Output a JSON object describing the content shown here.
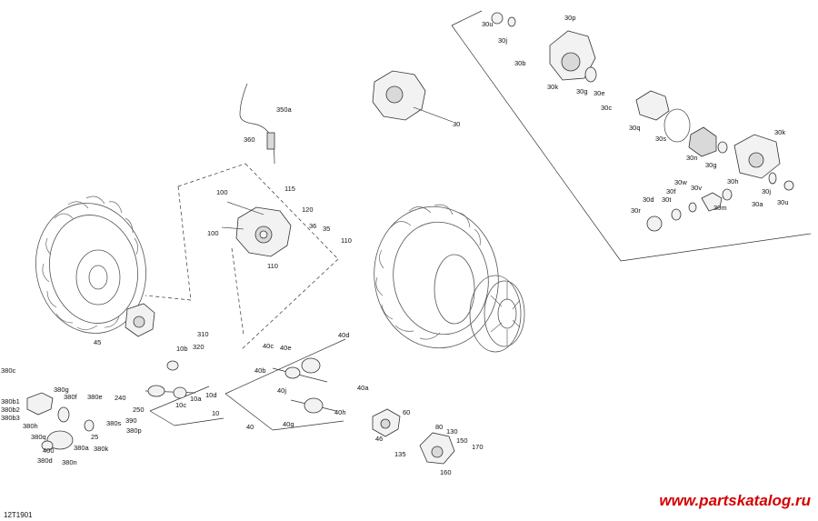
{
  "diagram": {
    "code": "12T1901",
    "watermark": "www.partskatalog.ru",
    "labels": {
      "p30u_a": "30u",
      "p30p": "30p",
      "p30j_a": "30j",
      "p30b": "30b",
      "p30k_a": "30k",
      "p30g_a": "30g",
      "p30e": "30e",
      "p30c": "30c",
      "p30": "30",
      "p30q": "30q",
      "p30s": "30s",
      "p30n": "30n",
      "p30g_b": "30g",
      "p30k_b": "30k",
      "p30w": "30w",
      "p30f": "30f",
      "p30d": "30d",
      "p30t": "30t",
      "p30v": "30v",
      "p30h": "30h",
      "p30j_b": "30j",
      "p30r": "30r",
      "p30m": "30m",
      "p30a": "30a",
      "p30u_b": "30u",
      "p350a": "350a",
      "p360": "360",
      "p115": "115",
      "p100_a": "100",
      "p120": "120",
      "p36": "36",
      "p35": "35",
      "p100_b": "100",
      "p110_a": "110",
      "p110_b": "110",
      "p45": "45",
      "p310": "310",
      "p10b": "10b",
      "p320": "320",
      "p10d": "10d",
      "p10a": "10a",
      "p10c": "10c",
      "p10": "10",
      "p40d": "40d",
      "p40c": "40c",
      "p40e": "40e",
      "p40b": "40b",
      "p40a": "40a",
      "p40j": "40j",
      "p40h": "40h",
      "p40g": "40g",
      "p40": "40",
      "p380c": "380c",
      "p380g": "380g",
      "p380f": "380f",
      "p380e": "380e",
      "p240": "240",
      "p250": "250",
      "p390": "390",
      "p380s": "380s",
      "p380p": "380p",
      "p380b1": "380b1",
      "p380b2": "380b2",
      "p380b3": "380b3",
      "p380h": "380h",
      "p380q": "380q",
      "p400": "400",
      "p25": "25",
      "p380a": "380a",
      "p380k": "380k",
      "p380d": "380d",
      "p380n": "380n",
      "p60": "60",
      "p46": "46",
      "p80": "80",
      "p130": "130",
      "p135": "135",
      "p150": "150",
      "p170": "170",
      "p160": "160"
    }
  }
}
